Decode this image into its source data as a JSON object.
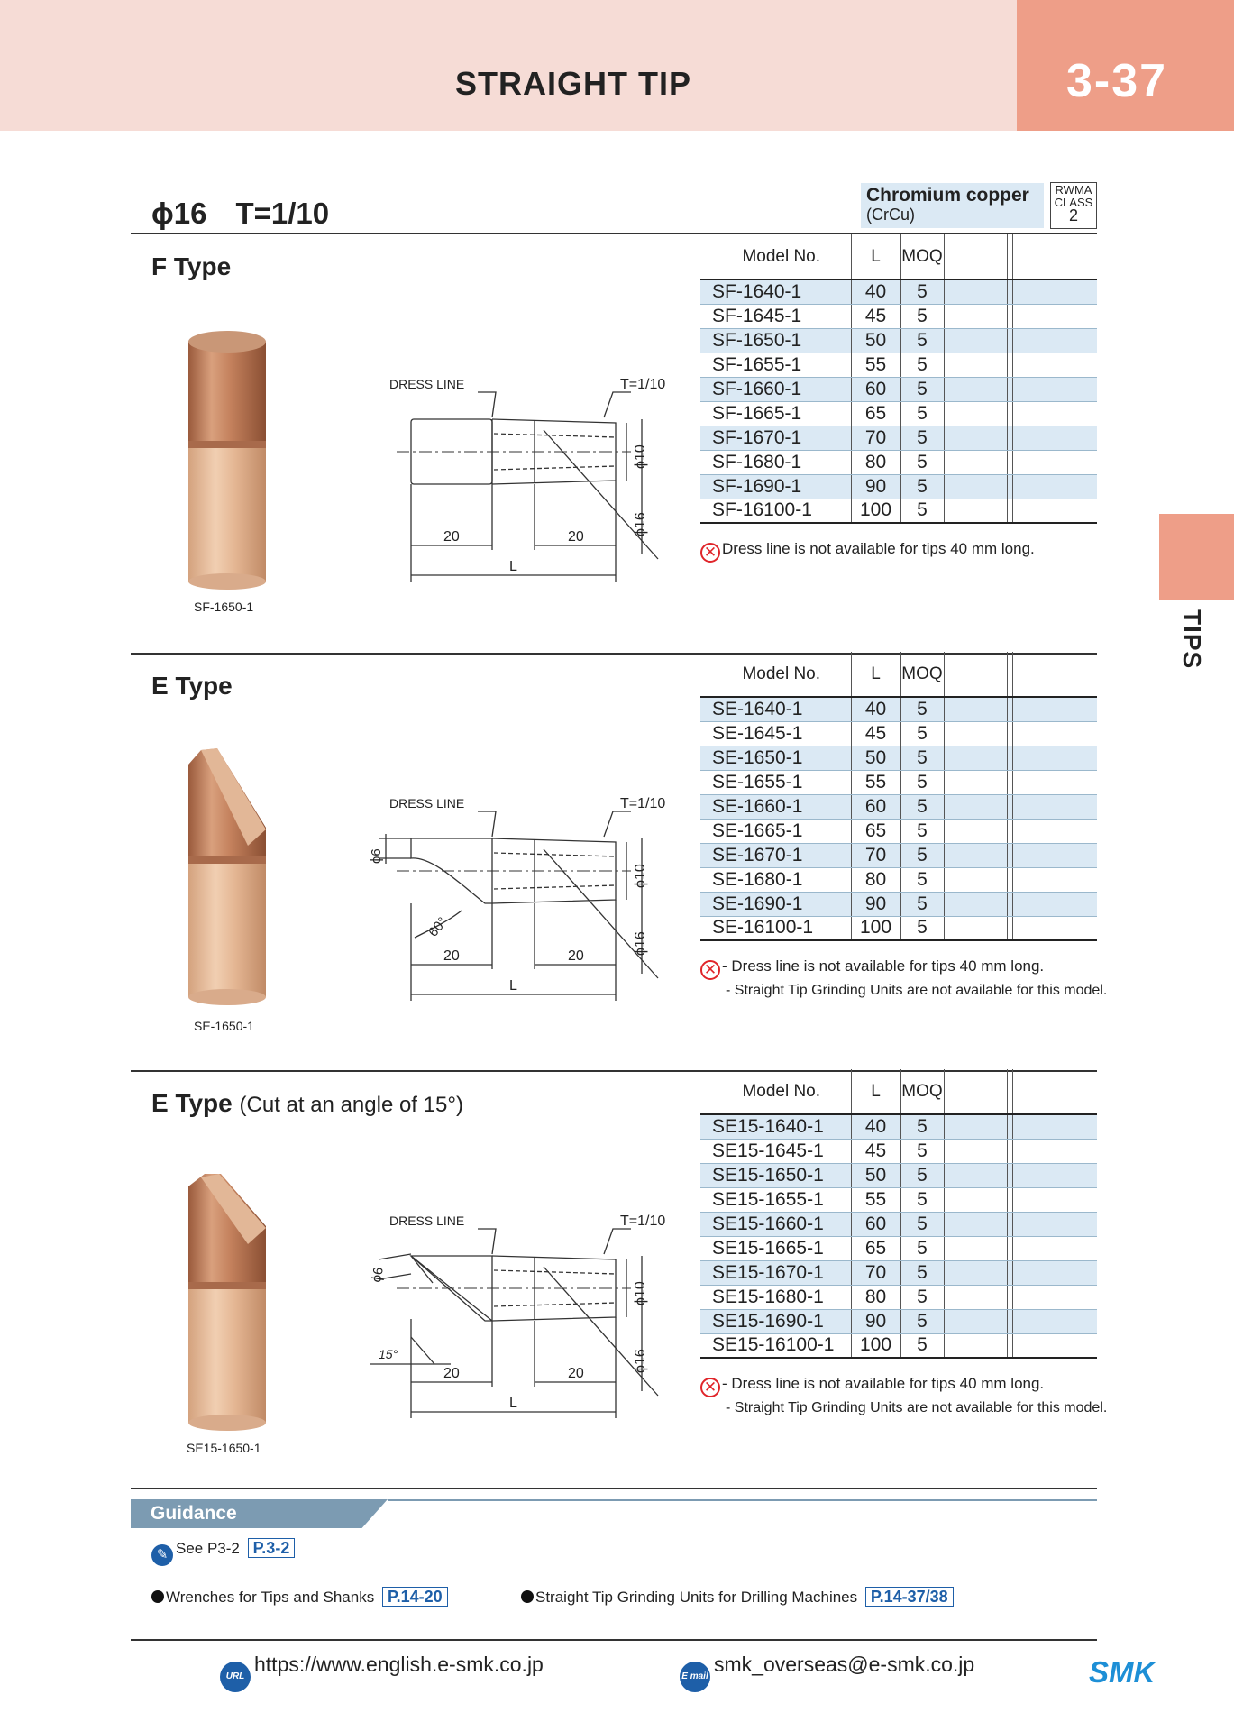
{
  "header": {
    "title": "STRAIGHT TIP",
    "page": "3-37"
  },
  "side_tab": {
    "label": "TIPS"
  },
  "spec": {
    "diameter": "ϕ16",
    "taper": "T=1/10"
  },
  "material": {
    "name": "Chromium copper",
    "code": "(CrCu)",
    "rwma_label_1": "RWMA",
    "rwma_label_2": "CLASS",
    "rwma_class": "2"
  },
  "table_headers": {
    "model": "Model No.",
    "l": "L",
    "moq": "MOQ"
  },
  "drawing_labels": {
    "dress_line": "DRESS LINE",
    "taper": "T=1/10",
    "dim_20": "20",
    "dim_l": "L",
    "phi10": "ϕ10",
    "phi16": "ϕ16",
    "phi6": "ϕ6",
    "angle60": "60°",
    "angle15": "15°"
  },
  "sections": [
    {
      "title": "F Type",
      "subtitle": "",
      "photo_caption": "SF-1650-1",
      "rows": [
        {
          "model": "SF-1640-1",
          "l": "40",
          "moq": "5"
        },
        {
          "model": "SF-1645-1",
          "l": "45",
          "moq": "5"
        },
        {
          "model": "SF-1650-1",
          "l": "50",
          "moq": "5"
        },
        {
          "model": "SF-1655-1",
          "l": "55",
          "moq": "5"
        },
        {
          "model": "SF-1660-1",
          "l": "60",
          "moq": "5"
        },
        {
          "model": "SF-1665-1",
          "l": "65",
          "moq": "5"
        },
        {
          "model": "SF-1670-1",
          "l": "70",
          "moq": "5"
        },
        {
          "model": "SF-1680-1",
          "l": "80",
          "moq": "5"
        },
        {
          "model": "SF-1690-1",
          "l": "90",
          "moq": "5"
        },
        {
          "model": "SF-16100-1",
          "l": "100",
          "moq": "5"
        }
      ],
      "note_1": "Dress line is not available for tips 40 mm long.",
      "note_2": ""
    },
    {
      "title": "E Type",
      "subtitle": "",
      "photo_caption": "SE-1650-1",
      "rows": [
        {
          "model": "SE-1640-1",
          "l": "40",
          "moq": "5"
        },
        {
          "model": "SE-1645-1",
          "l": "45",
          "moq": "5"
        },
        {
          "model": "SE-1650-1",
          "l": "50",
          "moq": "5"
        },
        {
          "model": "SE-1655-1",
          "l": "55",
          "moq": "5"
        },
        {
          "model": "SE-1660-1",
          "l": "60",
          "moq": "5"
        },
        {
          "model": "SE-1665-1",
          "l": "65",
          "moq": "5"
        },
        {
          "model": "SE-1670-1",
          "l": "70",
          "moq": "5"
        },
        {
          "model": "SE-1680-1",
          "l": "80",
          "moq": "5"
        },
        {
          "model": "SE-1690-1",
          "l": "90",
          "moq": "5"
        },
        {
          "model": "SE-16100-1",
          "l": "100",
          "moq": "5"
        }
      ],
      "note_1": "- Dress line is not available for tips 40 mm long.",
      "note_2": "- Straight Tip Grinding Units are not available for this model."
    },
    {
      "title": "E Type",
      "subtitle": "(Cut at an angle of 15°)",
      "photo_caption": "SE15-1650-1",
      "rows": [
        {
          "model": "SE15-1640-1",
          "l": "40",
          "moq": "5"
        },
        {
          "model": "SE15-1645-1",
          "l": "45",
          "moq": "5"
        },
        {
          "model": "SE15-1650-1",
          "l": "50",
          "moq": "5"
        },
        {
          "model": "SE15-1655-1",
          "l": "55",
          "moq": "5"
        },
        {
          "model": "SE15-1660-1",
          "l": "60",
          "moq": "5"
        },
        {
          "model": "SE15-1665-1",
          "l": "65",
          "moq": "5"
        },
        {
          "model": "SE15-1670-1",
          "l": "70",
          "moq": "5"
        },
        {
          "model": "SE15-1680-1",
          "l": "80",
          "moq": "5"
        },
        {
          "model": "SE15-1690-1",
          "l": "90",
          "moq": "5"
        },
        {
          "model": "SE15-16100-1",
          "l": "100",
          "moq": "5"
        }
      ],
      "note_1": "- Dress line is not available for tips 40 mm long.",
      "note_2": "- Straight Tip Grinding Units are not available for this model."
    }
  ],
  "guidance": {
    "title": "Guidance",
    "see_text": "See P3-2",
    "see_ref": "P.3-2",
    "link1_text": "Wrenches for Tips and Shanks",
    "link1_ref": "P.14-20",
    "link2_text": "Straight Tip Grinding Units for Drilling Machines",
    "link2_ref": "P.14-37/38"
  },
  "footer": {
    "url_icon": "URL",
    "url": "https://www.english.e-smk.co.jp",
    "mail_icon": "E mail",
    "email": "smk_overseas@e-smk.co.jp",
    "logo": "SMK"
  },
  "colors": {
    "header_bg": "#f6dcd6",
    "accent": "#ee9e88",
    "row_alt": "#dbe9f4",
    "link_blue": "#1e5fa8",
    "copper": "#c88a63"
  }
}
